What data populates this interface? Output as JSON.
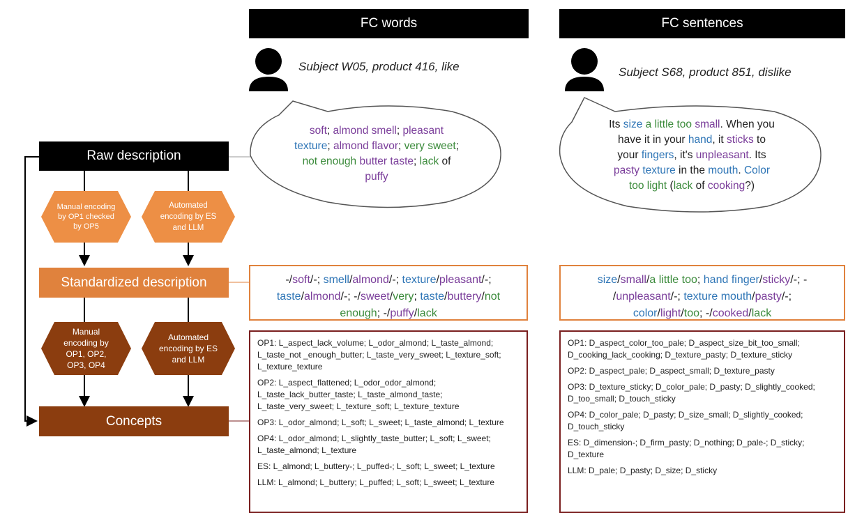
{
  "headers": {
    "words": "FC words",
    "sentences": "FC sentences"
  },
  "subjects": {
    "words": "Subject W05, product 416, like",
    "sentences": "Subject S68, product 851, dislike"
  },
  "bubble_words": [
    [
      [
        "soft",
        "p"
      ],
      [
        "; ",
        "d"
      ],
      [
        "almond smell",
        "p"
      ],
      [
        "; ",
        "d"
      ],
      [
        "pleasant",
        "p"
      ]
    ],
    [
      [
        "texture",
        "b"
      ],
      [
        "; ",
        "d"
      ],
      [
        "almond flavor",
        "p"
      ],
      [
        "; ",
        "d"
      ],
      [
        "very sweet",
        "g"
      ],
      [
        ";",
        "d"
      ]
    ],
    [
      [
        "not enough",
        "g"
      ],
      [
        " ",
        "d"
      ],
      [
        "butter taste",
        "p"
      ],
      [
        "; ",
        "d"
      ],
      [
        "lack",
        "g"
      ],
      [
        " of",
        "d"
      ]
    ],
    [
      [
        "puffy",
        "p"
      ]
    ]
  ],
  "bubble_sentences": [
    [
      [
        "Its ",
        "d"
      ],
      [
        "size",
        "b"
      ],
      [
        " ",
        "d"
      ],
      [
        "a little too",
        "g"
      ],
      [
        " ",
        "d"
      ],
      [
        "small",
        "p"
      ],
      [
        ". When you",
        "d"
      ]
    ],
    [
      [
        "have it in your ",
        "d"
      ],
      [
        "hand",
        "b"
      ],
      [
        ", it ",
        "d"
      ],
      [
        "sticks",
        "p"
      ],
      [
        " to",
        "d"
      ]
    ],
    [
      [
        "your ",
        "d"
      ],
      [
        "fingers",
        "b"
      ],
      [
        ", it's ",
        "d"
      ],
      [
        "unpleasant",
        "p"
      ],
      [
        ". Its",
        "d"
      ]
    ],
    [
      [
        "pasty",
        "p"
      ],
      [
        " ",
        "d"
      ],
      [
        "texture",
        "b"
      ],
      [
        " in the ",
        "d"
      ],
      [
        "mouth",
        "b"
      ],
      [
        ". ",
        "d"
      ],
      [
        "Color",
        "b"
      ]
    ],
    [
      [
        "too light",
        "g"
      ],
      [
        " (",
        "d"
      ],
      [
        "lack",
        "g"
      ],
      [
        " of ",
        "d"
      ],
      [
        "cooking",
        "p"
      ],
      [
        "?)",
        "d"
      ]
    ]
  ],
  "std_words": [
    [
      [
        "-/",
        "d"
      ],
      [
        "soft",
        "p"
      ],
      [
        "/-; ",
        "d"
      ],
      [
        "smell",
        "b"
      ],
      [
        "/",
        "d"
      ],
      [
        "almond",
        "p"
      ],
      [
        "/-; ",
        "d"
      ],
      [
        "texture",
        "b"
      ],
      [
        "/",
        "d"
      ],
      [
        "pleasant",
        "p"
      ],
      [
        "/-;",
        "d"
      ]
    ],
    [
      [
        "taste",
        "b"
      ],
      [
        "/",
        "d"
      ],
      [
        "almond",
        "p"
      ],
      [
        "/-; -/",
        "d"
      ],
      [
        "sweet",
        "p"
      ],
      [
        "/",
        "d"
      ],
      [
        "very",
        "g"
      ],
      [
        ";  ",
        "d"
      ],
      [
        "taste",
        "b"
      ],
      [
        "/",
        "d"
      ],
      [
        "buttery",
        "p"
      ],
      [
        "/",
        "d"
      ],
      [
        "not",
        "g"
      ]
    ],
    [
      [
        "enough",
        "g"
      ],
      [
        "; -/",
        "d"
      ],
      [
        "puffy",
        "p"
      ],
      [
        "/",
        "d"
      ],
      [
        "lack",
        "g"
      ]
    ]
  ],
  "std_sentences": [
    [
      [
        "size",
        "b"
      ],
      [
        "/",
        "d"
      ],
      [
        "small",
        "p"
      ],
      [
        "/",
        "d"
      ],
      [
        "a little too",
        "g"
      ],
      [
        "; ",
        "d"
      ],
      [
        "hand finger",
        "b"
      ],
      [
        "/",
        "d"
      ],
      [
        "sticky",
        "p"
      ],
      [
        "/-; -",
        "d"
      ]
    ],
    [
      [
        "/",
        "d"
      ],
      [
        "unpleasant",
        "p"
      ],
      [
        "/-; ",
        "d"
      ],
      [
        "texture mouth",
        "b"
      ],
      [
        "/",
        "d"
      ],
      [
        "pasty",
        "p"
      ],
      [
        "/-;",
        "d"
      ]
    ],
    [
      [
        "color",
        "b"
      ],
      [
        "/",
        "d"
      ],
      [
        "light",
        "p"
      ],
      [
        "/",
        "d"
      ],
      [
        "too",
        "g"
      ],
      [
        "; -/",
        "d"
      ],
      [
        "cooked",
        "p"
      ],
      [
        "/",
        "d"
      ],
      [
        "lack",
        "g"
      ]
    ]
  ],
  "concepts_words": [
    "OP1: L_aspect_lack_volume; L_odor_almond;  L_taste_almond; L_taste_not _enough_butter; L_taste_very_sweet; L_texture_soft; L_texture_texture",
    "OP2: L_aspect_flattened; L_odor_odor_almond; L_taste_lack_butter_taste; L_taste_almond_taste; L_taste_very_sweet; L_texture_soft; L_texture_texture",
    "OP3: L_odor_almond;  L_soft; L_sweet; L_taste_almond; L_texture",
    "OP4: L_odor_almond;  L_slightly_taste_butter; L_soft; L_sweet; L_taste_almond; L_texture",
    "ES: L_almond; L_buttery-; L_puffed-; L_soft; L_sweet; L_texture",
    "LLM: L_almond; L_buttery; L_puffed; L_soft; L_sweet; L_texture"
  ],
  "concepts_sentences": [
    "OP1: D_aspect_color_too_pale; D_aspect_size_bit_too_small; D_cooking_lack_cooking; D_texture_pasty; D_texture_sticky",
    "OP2: D_aspect_pale; D_aspect_small; D_texture_pasty",
    "OP3: D_texture_sticky; D_color_pale; D_pasty; D_slightly_cooked; D_too_small; D_touch_sticky",
    "OP4: D_color_pale; D_pasty; D_size_small; D_slightly_cooked; D_touch_sticky",
    "ES: D_dimension-; D_firm_pasty; D_nothing; D_pale-; D_sticky; D_texture",
    "LLM: D_pale; D_pasty; D_size; D_sticky"
  ],
  "left": {
    "raw": "Raw description",
    "standardized": "Standardized description",
    "concepts": "Concepts",
    "hex_manual1": "Manual encoding by OP1 checked by OP5",
    "hex_auto1": "Automated encoding by ES and LLM",
    "hex_manual2": "Manual encoding by OP1, OP2, OP3, OP4",
    "hex_auto2": "Automated encoding by ES and LLM"
  },
  "colors": {
    "purple": "#7a3d9a",
    "blue": "#2e75b6",
    "green": "#3a8a3a",
    "orange": "#e0823d",
    "light_orange": "#ed8f45",
    "brown": "#8b3d0f",
    "dark_brown": "#7a1f1f"
  }
}
